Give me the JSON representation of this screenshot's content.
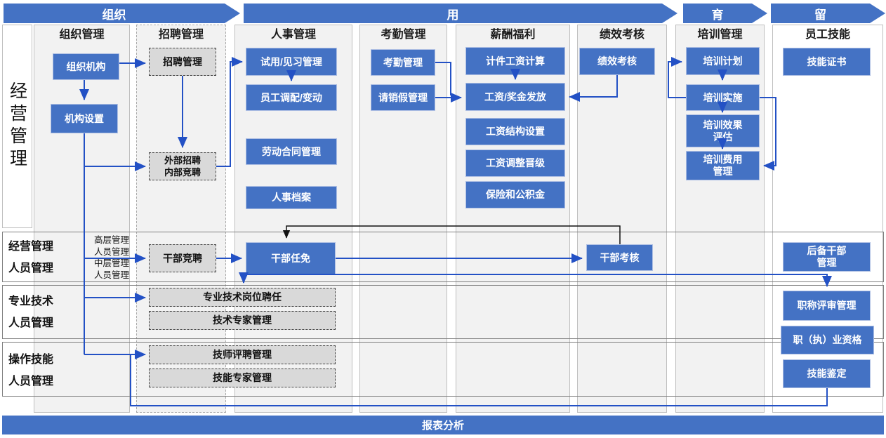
{
  "banner": {
    "segments": [
      "组织",
      "用",
      "育",
      "留"
    ]
  },
  "side_label": "经营管理",
  "columns": [
    "组织管理",
    "招聘管理",
    "人事管理",
    "考勤管理",
    "薪酬福利",
    "绩效考核",
    "培训管理",
    "员工技能"
  ],
  "rows": [
    {
      "label": "经营管理\n人员管理",
      "annotation": "高层管理\n人员管理\n中层管理\n人员管理"
    },
    {
      "label": "专业技术\n人员管理"
    },
    {
      "label": "操作技能\n人员管理"
    }
  ],
  "nodes": {
    "zzjg": "组织机构",
    "jgsz": "机构设置",
    "zpgl_box": "招聘管理",
    "wbzp": "外部招聘\n内部竞聘",
    "syjx": "试用/见习管理",
    "ygdp": "员工调配/变动",
    "ldht": "劳动合同管理",
    "rsda": "人事档案",
    "kqgl_box": "考勤管理",
    "qxj": "请销假管理",
    "jjgz": "计件工资计算",
    "gzjj": "工资/奖金发放",
    "gzjg": "工资结构设置",
    "gztz": "工资调整晋级",
    "bxgjj": "保险和公积金",
    "jxkh_box": "绩效考核",
    "pxjh": "培训计划",
    "pxss": "培训实施",
    "pxxg": "培训效果\n评估",
    "pxfy": "培训费用\n管理",
    "jnzs": "技能证书",
    "gbjp": "干部竞聘",
    "gbrm": "干部任免",
    "gbkh": "干部考核",
    "hbgb": "后备干部\n管理",
    "zyjsgw": "专业技术岗位聘任",
    "jszj": "技术专家管理",
    "zcps": "职称评审管理",
    "zhy": "职（执）业资格",
    "jspp": "技师评聘管理",
    "jnzj": "技能专家管理",
    "jnjd": "技能鉴定"
  },
  "footer": {
    "label": "报表分析"
  },
  "colors": {
    "banner_blue": "#4472C4",
    "node_blue": "#4472C4",
    "connector_blue": "#2351C5",
    "connector_black": "#111111",
    "dashed_node_fill": "#D9D9D9",
    "panel_gray": "#F2F2F2"
  }
}
